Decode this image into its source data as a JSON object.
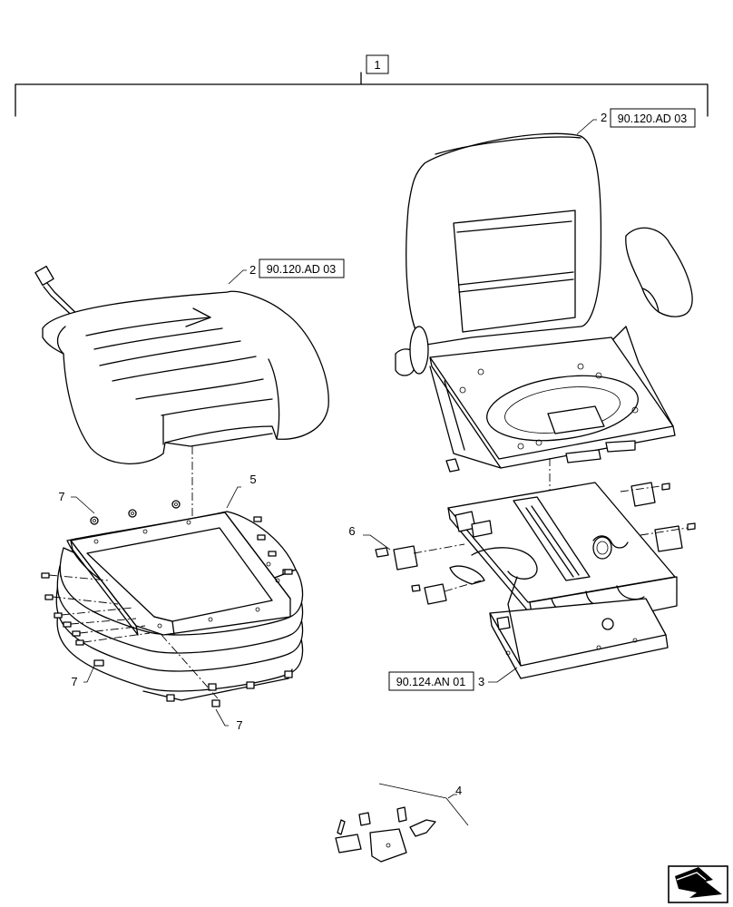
{
  "callouts": {
    "assembly": "1",
    "seat_cushion_item": "2",
    "seat_cushion_ref": "90.120.AD 03",
    "seat_back_item": "2",
    "seat_back_ref": "90.120.AD 03",
    "suspension_item": "3",
    "suspension_ref": "90.124.AN 01",
    "bracket_kit_item": "4",
    "bellows_frame_item": "5",
    "screw_item": "6",
    "fastener_item_top": "7",
    "fastener_item_left": "7",
    "fastener_item_bottom": "7"
  },
  "navigation": {
    "icon": "next-page-arrow-icon"
  }
}
